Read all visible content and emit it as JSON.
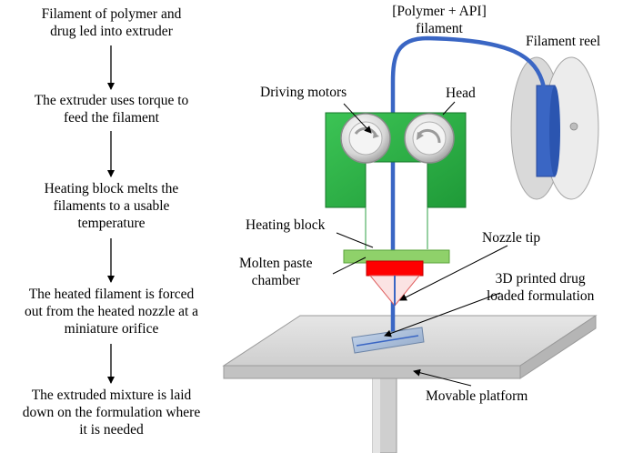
{
  "process_steps": [
    {
      "lines": [
        "Filament of polymer and",
        "drug led into extruder"
      ]
    },
    {
      "lines": [
        "The extruder uses torque to",
        "feed the filament"
      ]
    },
    {
      "lines": [
        "Heating block melts the",
        "filaments to a usable",
        "temperature"
      ]
    },
    {
      "lines": [
        "The heated filament is forced",
        "out from the heated nozzle at a",
        "miniature orifice"
      ]
    },
    {
      "lines": [
        "The extruded mixture is laid",
        "down on the formulation where",
        "it is needed"
      ]
    }
  ],
  "labels": {
    "filament": [
      "[Polymer + API]",
      "filament"
    ],
    "filament_reel": "Filament reel",
    "driving_motors": "Driving motors",
    "head": "Head",
    "heating_block": "Heating block",
    "nozzle_tip": "Nozzle tip",
    "molten_paste_chamber": [
      "Molten paste",
      "chamber"
    ],
    "printed_drug": [
      "3D printed drug",
      "loaded formulation"
    ],
    "movable_platform": "Movable platform"
  },
  "colors": {
    "filament": "#3a66c4",
    "head": "#33b04a",
    "heating_block": "#8fd16a",
    "nozzle": "#ff0000",
    "platform": "#d9d9d9",
    "reel": "#e3e3e3"
  }
}
